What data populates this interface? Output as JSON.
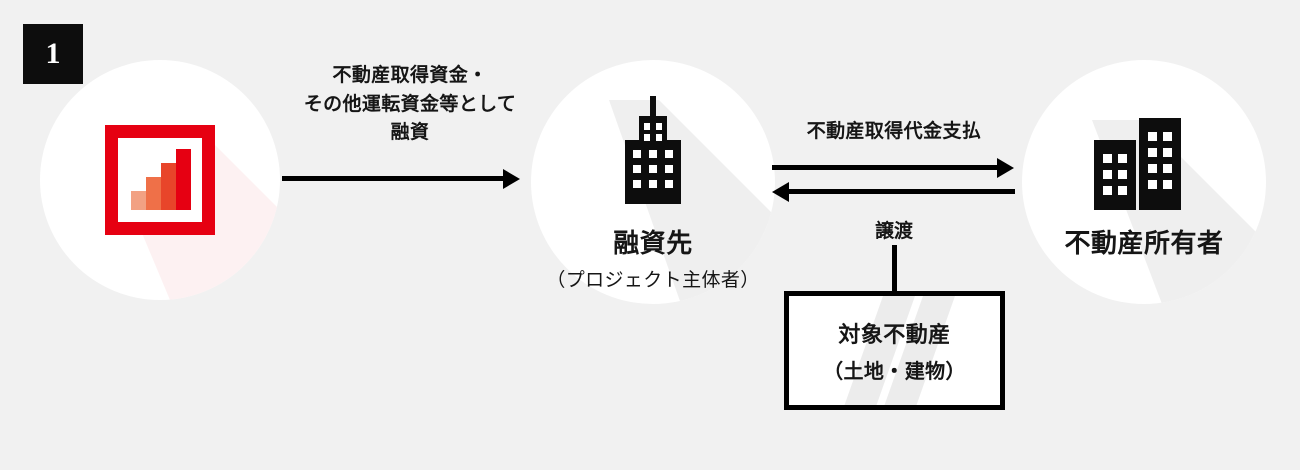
{
  "diagram": {
    "background_color": "#f1f1f1",
    "accent_color": "#e60012",
    "step_badge": {
      "number": "1"
    },
    "nodes": [
      {
        "id": "lender",
        "icon": "bar-chart-growth-icon",
        "label": "",
        "sub": ""
      },
      {
        "id": "borrower",
        "icon": "skyscraper-building-icon",
        "label": "融資先",
        "sub": "（プロジェクト主体者）"
      },
      {
        "id": "property-owner",
        "icon": "two-buildings-icon",
        "label": "不動産所有者",
        "sub": ""
      }
    ],
    "arrows": [
      {
        "id": "loan",
        "direction": "right",
        "label_lines": [
          "不動産取得資金・",
          "その他運転資金等として",
          "融資"
        ]
      },
      {
        "id": "purchase-payment",
        "direction": "right",
        "label_lines": [
          "不動産取得代金支払"
        ]
      },
      {
        "id": "transfer-return",
        "direction": "left",
        "label_lines": []
      }
    ],
    "connector": {
      "label": "譲渡"
    },
    "asset_box": {
      "line1": "対象不動産",
      "line2": "（土地・建物）"
    },
    "icon_colors": {
      "chart_frame": "#e60012",
      "bar1": "#f2a183",
      "bar2": "#ef7048",
      "bar3": "#e8452a",
      "bar4": "#e60012",
      "building": "#0d0d0d"
    }
  }
}
